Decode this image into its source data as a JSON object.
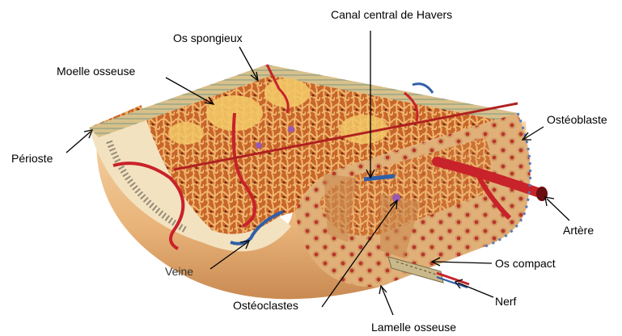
{
  "labels": {
    "canal": "Canal central de Havers",
    "spongieux": "Os spongieux",
    "moelle": "Moelle osseuse",
    "perioste": "Périoste",
    "osteoblaste": "Ostéoblaste",
    "artere": "Artère",
    "veine": "Veine",
    "compact": "Os compact",
    "nerf": "Nerf",
    "osteoclastes": "Ostéoclastes",
    "lamelle": "Lamelle osseuse"
  },
  "colors": {
    "bone": "#e8b884",
    "spongy": "#c8662a",
    "marrow": "#f2c766",
    "artery": "#c8222a",
    "vein": "#2f5fa8"
  }
}
